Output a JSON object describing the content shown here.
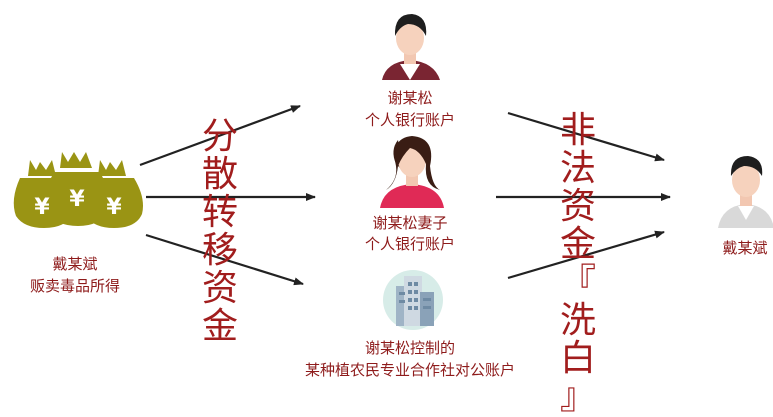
{
  "source": {
    "name": "戴某斌",
    "desc": "贩卖毒品所得",
    "icon": "money-bags-yuan-icon",
    "bag_symbol": "¥"
  },
  "step1_label": "分散转移资金",
  "step2_label": "非法资金『洗白』",
  "accounts": [
    {
      "title": "谢某松",
      "desc": "个人银行账户",
      "icon": "man-avatar-icon"
    },
    {
      "title": "谢某松妻子",
      "desc": "个人银行账户",
      "icon": "woman-avatar-icon"
    },
    {
      "title": "谢某松控制的",
      "desc": "某种植农民专业合作社对公账户",
      "icon": "office-building-icon"
    }
  ],
  "target": {
    "name": "戴某斌",
    "icon": "man-avatar-icon"
  },
  "colors": {
    "text": "#8e1b1b",
    "vertical_text": "#a11d1d",
    "bag": "#9a9414",
    "arrow": "#222222"
  }
}
